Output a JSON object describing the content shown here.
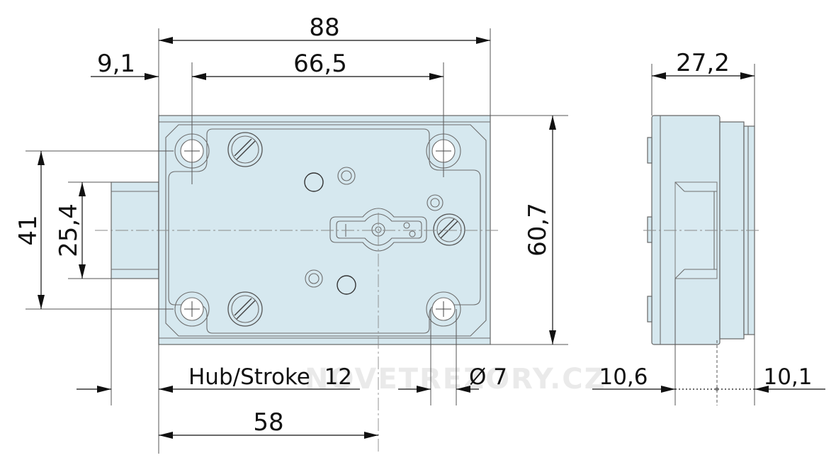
{
  "dimensions": {
    "overall_width": "88",
    "hole_spacing": "66,5",
    "edge_offset": "9,1",
    "side_depth": "27,2",
    "height": "60,7",
    "bolt_outer": "41",
    "bolt_height": "25,4",
    "stroke": "Hub/Stroke  12",
    "hole_diameter": "Ø 7",
    "backset": "58",
    "side_left": "10,6",
    "side_right": "10,1"
  },
  "watermark": "NOVETREZORY.CZ",
  "colors": {
    "body_fill": "#d6e8ef",
    "line": "#111111"
  }
}
